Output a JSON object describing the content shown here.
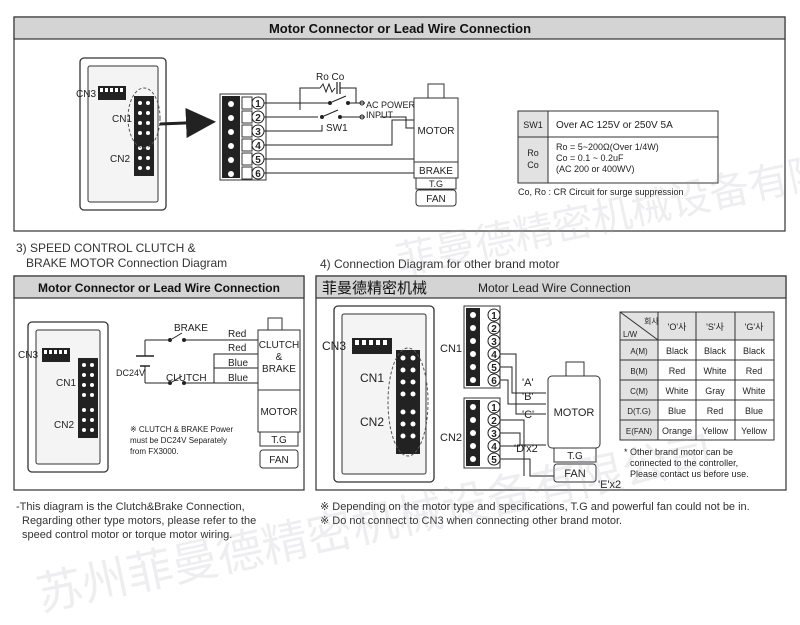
{
  "top": {
    "header": "Motor Connector or Lead Wire Connection",
    "cn3": "CN3",
    "cn1": "CN1",
    "cn2": "CN2",
    "pins": [
      "1",
      "2",
      "3",
      "4",
      "5",
      "6"
    ],
    "roco": "Ro Co",
    "sw1": "SW1",
    "ac_power": "AC POWER",
    "input": "INPUT",
    "motor": "MOTOR",
    "brake": "BRAKE",
    "tg": "T.G",
    "fan": "FAN",
    "spec_rows": [
      {
        "k": "SW1",
        "v": [
          "Over AC 125V or 250V 5A"
        ]
      },
      {
        "k": "Ro\nCo",
        "v": [
          "Ro = 5~200Ω(Over 1/4W)",
          "Co = 0.1 ~ 0.2uF",
          "(AC 200 or 400WV)"
        ]
      }
    ],
    "spec_k1": "SW1",
    "spec_k2a": "Ro",
    "spec_k2b": "Co",
    "spec_note": "Co, Ro : CR Circuit for surge suppression"
  },
  "left": {
    "title_line1": "3) SPEED CONTROL CLUTCH &",
    "title_line2": "BRAKE MOTOR Connection Diagram",
    "header": "Motor Connector or Lead Wire Connection",
    "cn3": "CN3",
    "cn1": "CN1",
    "cn2": "CN2",
    "brake": "BRAKE",
    "clutch": "CLUTCH",
    "dc24v": "DC24V",
    "wires": [
      "Red",
      "Red",
      "Blue",
      "Blue"
    ],
    "motor_top": "CLUTCH",
    "motor_amp": "&",
    "motor_brake": "BRAKE",
    "motor": "MOTOR",
    "tg": "T.G",
    "fan": "FAN",
    "caution1": "※ CLUTCH & BRAKE Power",
    "caution2": "must be DC24V Separately",
    "caution3": "from FX3000.",
    "footer1": "-This diagram is the Clutch&Brake Connection,",
    "footer2": "Regarding other type motors, please refer to the",
    "footer3": "speed control motor or torque motor wiring."
  },
  "right": {
    "title": "4) Connection Diagram for other brand motor",
    "header_cn": "菲曼德精密机械",
    "header": "Motor Lead Wire Connection",
    "cn3": "CN3",
    "cn1": "CN1",
    "cn2": "CN2",
    "pins6": [
      "1",
      "2",
      "3",
      "4",
      "5",
      "6"
    ],
    "pins5": [
      "1",
      "2",
      "3",
      "4",
      "5"
    ],
    "lead_a": "'A'",
    "lead_b": "'B'",
    "lead_c": "'C'",
    "lead_d": "'D'x2",
    "lead_e": "'E'x2",
    "motor": "MOTOR",
    "tg": "T.G",
    "fan": "FAN",
    "table": {
      "corner_top": "회사",
      "corner_bot": "L/W",
      "cols": [
        "'O'사",
        "'S'사",
        "'G'사"
      ],
      "rows": [
        {
          "k": "A(M)",
          "v": [
            "Black",
            "Black",
            "Black"
          ]
        },
        {
          "k": "B(M)",
          "v": [
            "Red",
            "White",
            "Red"
          ]
        },
        {
          "k": "C(M)",
          "v": [
            "White",
            "Gray",
            "White"
          ]
        },
        {
          "k": "D(T.G)",
          "v": [
            "Blue",
            "Red",
            "Blue"
          ]
        },
        {
          "k": "E(FAN)",
          "v": [
            "Orange",
            "Yellow",
            "Yellow"
          ]
        }
      ]
    },
    "note1": "* Other brand motor can be",
    "note2": "connected to the controller,",
    "note3": "Please contact us before use.",
    "footer1": "※ Depending on the motor type and specifications, T.G and powerful fan could not be in.",
    "footer2": "※ Do not connect to CN3 when connecting other brand motor."
  },
  "watermark": {
    "text1": "苏州菲曼德精密机械设备有限公司",
    "text2": "菲曼德精密机械设备有限公司"
  },
  "colors": {
    "header_bg": "#d4d4d4",
    "border": "#333333",
    "spec_bg": "#e2e2e2"
  }
}
